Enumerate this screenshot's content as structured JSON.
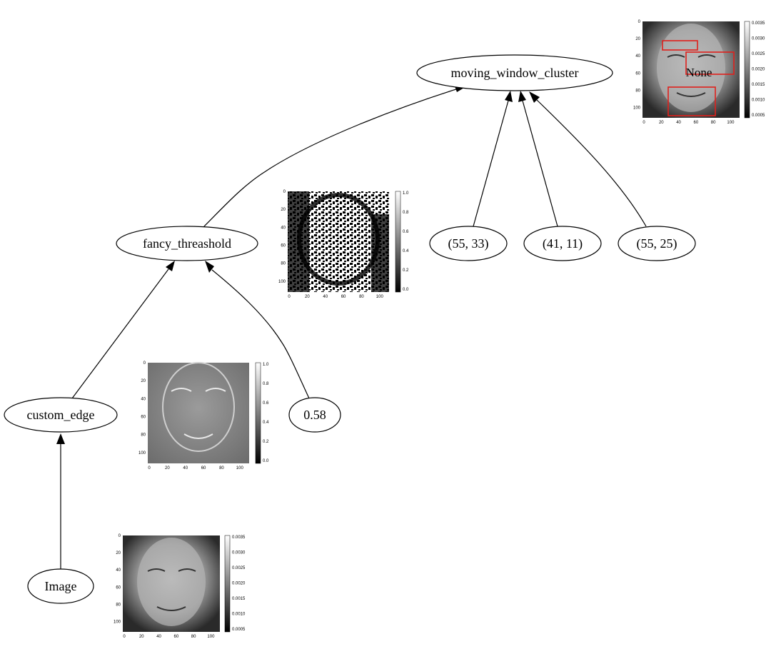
{
  "nodes": {
    "moving_window_cluster": {
      "label": "moving_window_cluster"
    },
    "fancy_threashold": {
      "label": "fancy_threashold"
    },
    "custom_edge": {
      "label": "custom_edge"
    },
    "image": {
      "label": "Image"
    },
    "threshold_value": {
      "label": "0.58"
    },
    "window_a": {
      "label": "(55, 33)"
    },
    "window_b": {
      "label": "(41, 11)"
    },
    "window_c": {
      "label": "(55, 25)"
    }
  },
  "thumbnails": {
    "cluster_output": {
      "overlay_text": "None",
      "x_ticks": [
        "0",
        "20",
        "40",
        "60",
        "80",
        "100"
      ],
      "y_ticks": [
        "0",
        "20",
        "40",
        "60",
        "80",
        "100"
      ],
      "colorbar_ticks": [
        "0.0035",
        "0.0030",
        "0.0025",
        "0.0020",
        "0.0015",
        "0.0010",
        "0.0005"
      ],
      "box_color": "#e0201c"
    },
    "threshold_output": {
      "x_ticks": [
        "0",
        "20",
        "40",
        "60",
        "80",
        "100"
      ],
      "y_ticks": [
        "0",
        "20",
        "40",
        "60",
        "80",
        "100"
      ],
      "colorbar_ticks": [
        "1.0",
        "0.8",
        "0.6",
        "0.4",
        "0.2",
        "0.0"
      ]
    },
    "edge_output": {
      "x_ticks": [
        "0",
        "20",
        "40",
        "60",
        "80",
        "100"
      ],
      "y_ticks": [
        "0",
        "20",
        "40",
        "60",
        "80",
        "100"
      ],
      "colorbar_ticks": [
        "1.0",
        "0.8",
        "0.6",
        "0.4",
        "0.2",
        "0.0"
      ]
    },
    "image_output": {
      "x_ticks": [
        "0",
        "20",
        "40",
        "60",
        "80",
        "100"
      ],
      "y_ticks": [
        "0",
        "20",
        "40",
        "60",
        "80",
        "100"
      ],
      "colorbar_ticks": [
        "0.0035",
        "0.0030",
        "0.0025",
        "0.0020",
        "0.0015",
        "0.0010",
        "0.0005"
      ]
    }
  }
}
